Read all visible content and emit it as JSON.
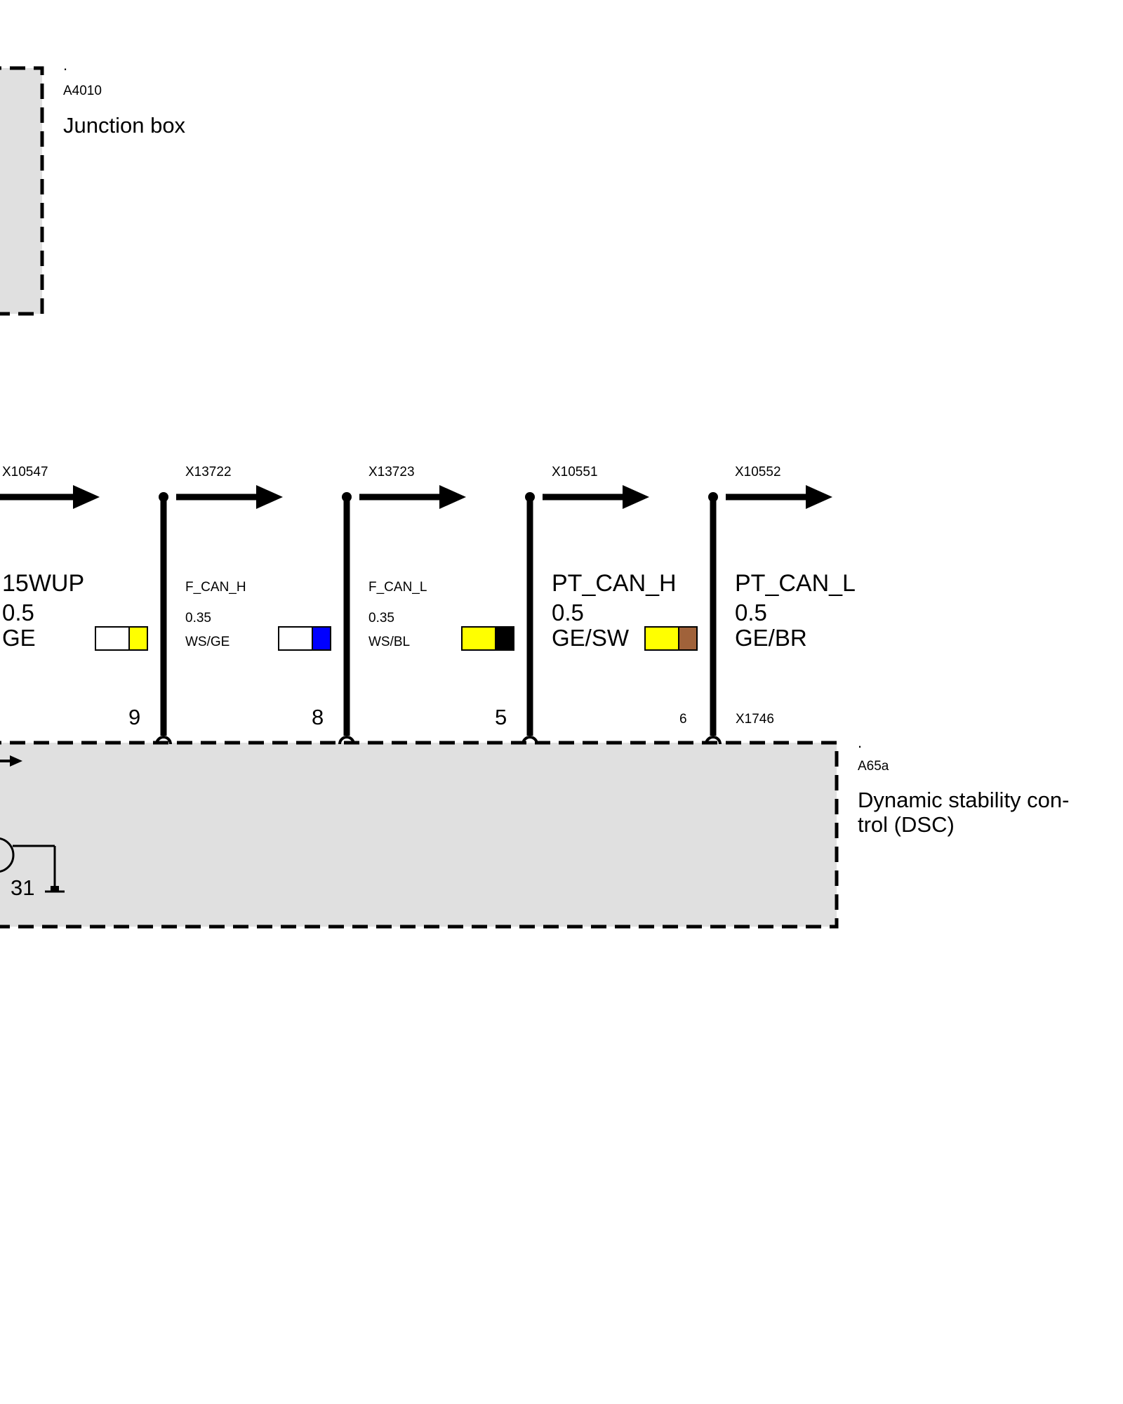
{
  "components": {
    "junction_box": {
      "dot": ".",
      "id": "A4010",
      "name": "Junction box"
    },
    "dsc": {
      "dot": ".",
      "id": "A65a",
      "name_line1": "Dynamic stability con-",
      "name_line2": "trol (DSC)",
      "connector": "X1746",
      "ground_label": "31"
    }
  },
  "wires": [
    {
      "connector": "X10547",
      "signal": "15WUP",
      "size": "0.5",
      "color_code": "GE",
      "pin": "",
      "colors": [
        "#ffffff",
        "#ffff00"
      ]
    },
    {
      "connector": "X13722",
      "signal": "F_CAN_H",
      "size": "0.35",
      "color_code": "WS/GE",
      "pin": "9",
      "colors": [
        "#ffffff",
        "#0000ff"
      ]
    },
    {
      "connector": "X13723",
      "signal": "F_CAN_L",
      "size": "0.35",
      "color_code": "WS/BL",
      "pin": "8",
      "colors": [
        "#ffff00",
        "#000000"
      ]
    },
    {
      "connector": "X10551",
      "signal": "PT_CAN_H",
      "size": "0.5",
      "color_code": "GE/SW",
      "pin": "5",
      "colors": [
        "#ffff00",
        "#a0623a"
      ]
    },
    {
      "connector": "X10552",
      "signal": "PT_CAN_L",
      "size": "0.5",
      "color_code": "GE/BR",
      "pin": "6",
      "colors": []
    }
  ]
}
